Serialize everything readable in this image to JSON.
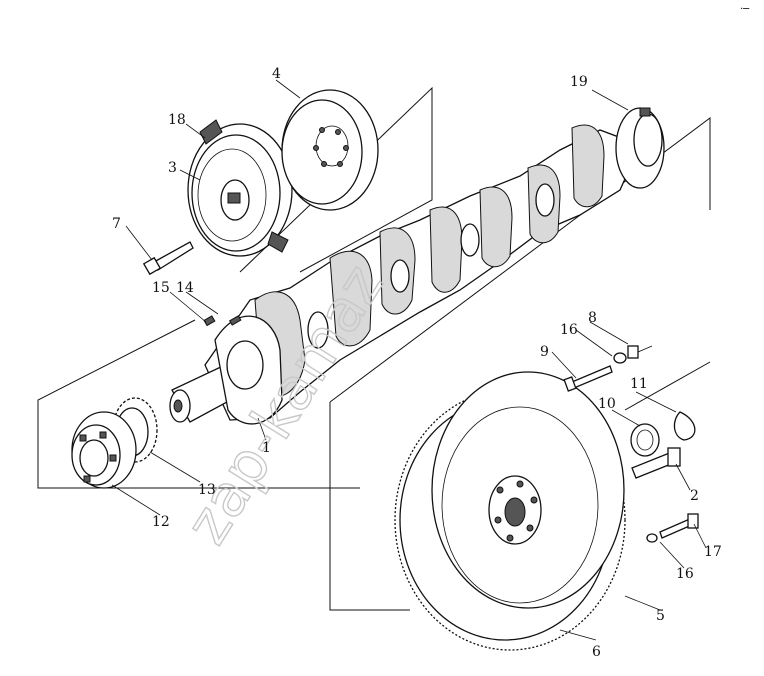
{
  "watermark": "zap-kamaz",
  "corner_mark": "·─",
  "callouts": [
    {
      "id": "c1",
      "text": "1"
    },
    {
      "id": "c2",
      "text": "2"
    },
    {
      "id": "c3",
      "text": "3"
    },
    {
      "id": "c4",
      "text": "4"
    },
    {
      "id": "c5",
      "text": "5"
    },
    {
      "id": "c6",
      "text": "6"
    },
    {
      "id": "c7",
      "text": "7"
    },
    {
      "id": "c8",
      "text": "8"
    },
    {
      "id": "c9",
      "text": "9"
    },
    {
      "id": "c10",
      "text": "10"
    },
    {
      "id": "c11",
      "text": "11"
    },
    {
      "id": "c12",
      "text": "12"
    },
    {
      "id": "c13",
      "text": "13"
    },
    {
      "id": "c14",
      "text": "14"
    },
    {
      "id": "c15",
      "text": "15"
    },
    {
      "id": "c16a",
      "text": "16"
    },
    {
      "id": "c16b",
      "text": "16"
    },
    {
      "id": "c17",
      "text": "17"
    },
    {
      "id": "c18",
      "text": "18"
    },
    {
      "id": "c19",
      "text": "19"
    }
  ]
}
